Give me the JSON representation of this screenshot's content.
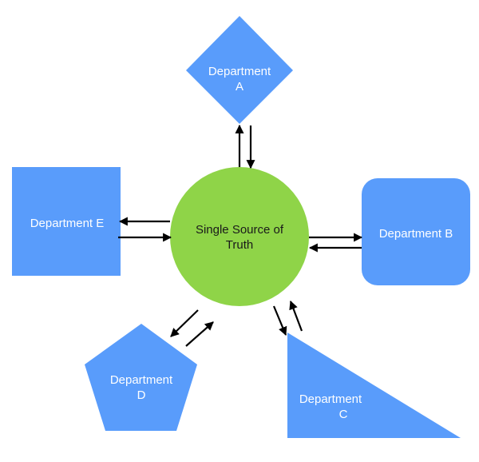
{
  "diagram": {
    "colors": {
      "department_fill": "#599cfb",
      "hub_fill": "#8fd448",
      "arrow": "#000000"
    },
    "hub": {
      "lines": [
        "Single Source of",
        "Truth"
      ]
    },
    "departments": {
      "a": {
        "shape": "diamond",
        "lines": [
          "Department",
          "A"
        ]
      },
      "b": {
        "shape": "rounded-rectangle",
        "lines": [
          "Department B"
        ]
      },
      "c": {
        "shape": "right-triangle",
        "lines": [
          "Department",
          "C"
        ]
      },
      "d": {
        "shape": "pentagon",
        "lines": [
          "Department",
          "D"
        ]
      },
      "e": {
        "shape": "square",
        "lines": [
          "Department E"
        ]
      }
    },
    "connections": [
      {
        "from": "hub",
        "to": "a"
      },
      {
        "from": "a",
        "to": "hub"
      },
      {
        "from": "hub",
        "to": "b"
      },
      {
        "from": "b",
        "to": "hub"
      },
      {
        "from": "hub",
        "to": "c"
      },
      {
        "from": "c",
        "to": "hub"
      },
      {
        "from": "hub",
        "to": "d"
      },
      {
        "from": "d",
        "to": "hub"
      },
      {
        "from": "hub",
        "to": "e"
      },
      {
        "from": "e",
        "to": "hub"
      }
    ]
  }
}
